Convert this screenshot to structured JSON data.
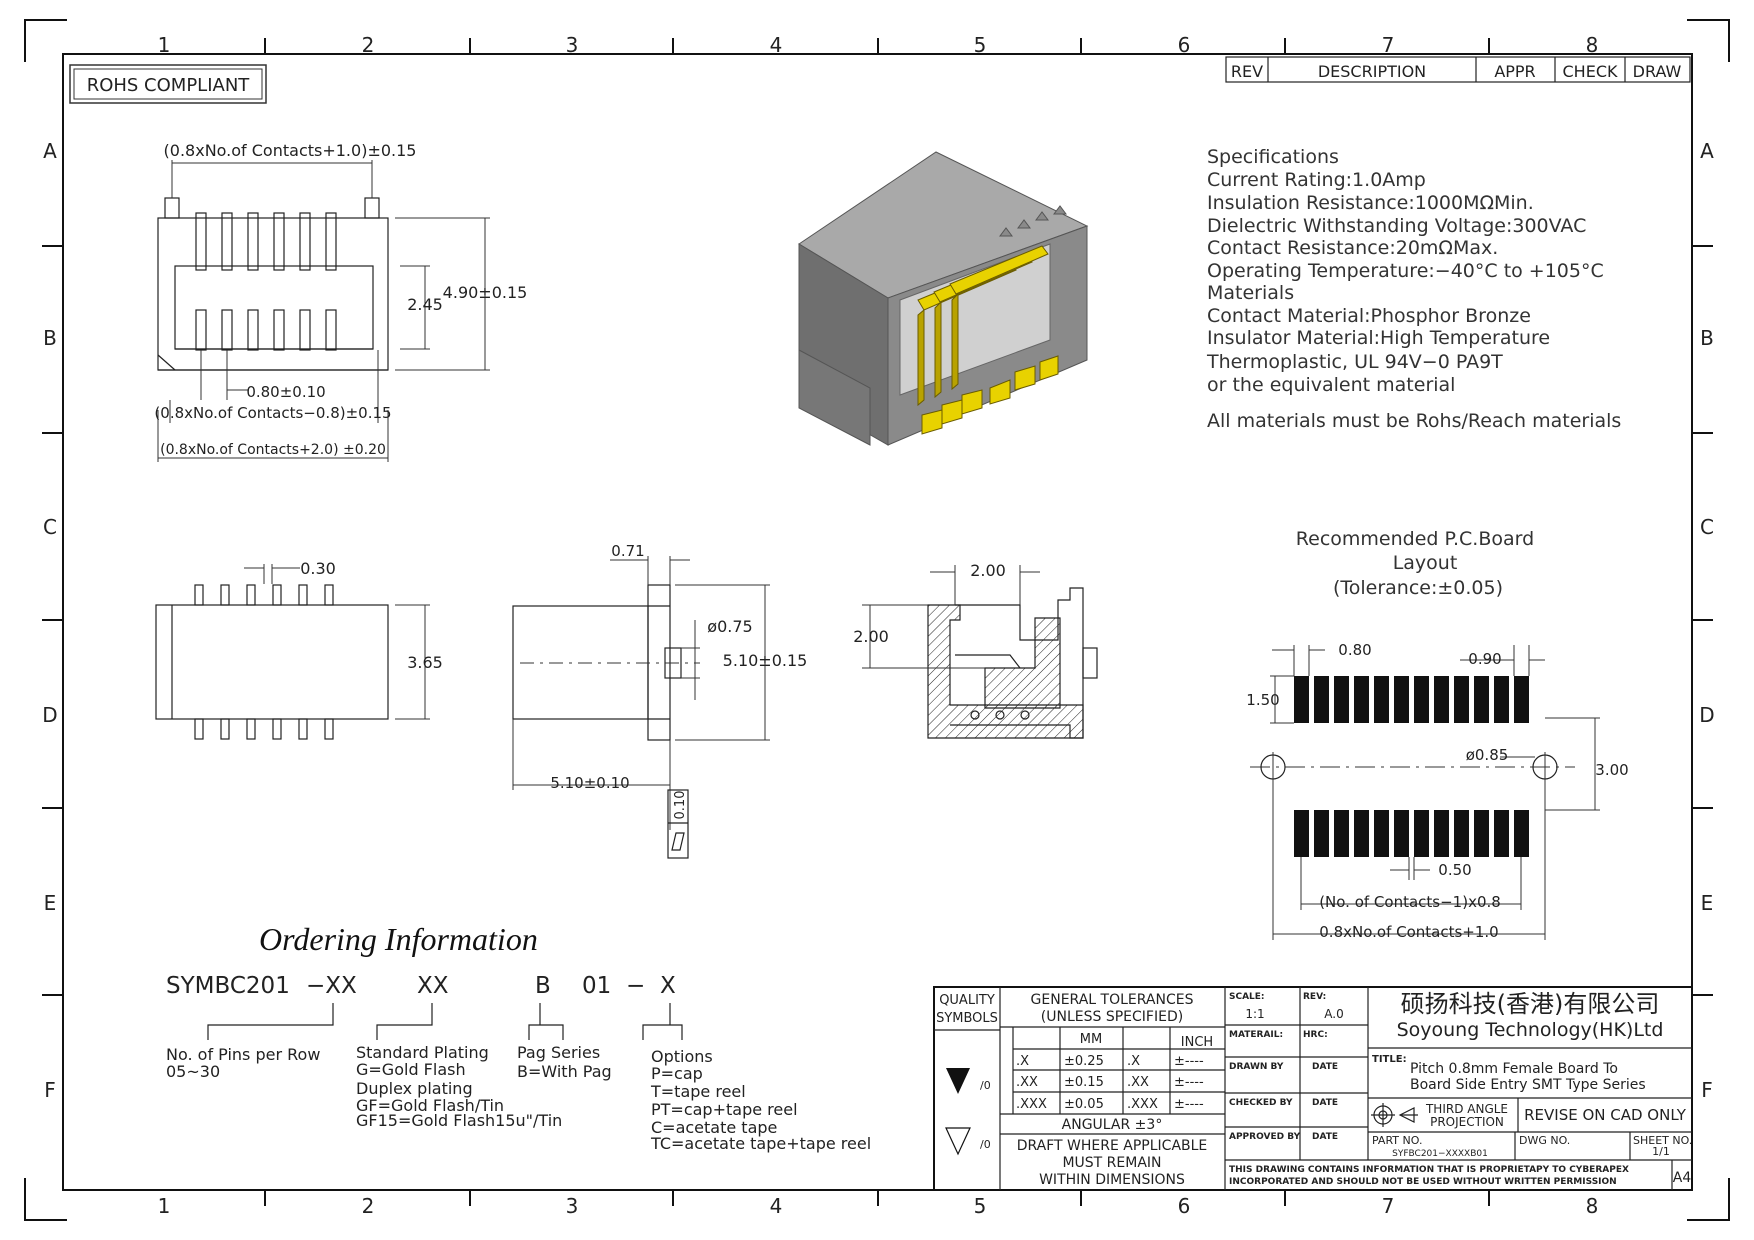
{
  "frame": {
    "columns": [
      "1",
      "2",
      "3",
      "4",
      "5",
      "6",
      "7",
      "8"
    ],
    "rows": [
      "A",
      "B",
      "C",
      "D",
      "E",
      "F"
    ]
  },
  "rohs": "ROHS COMPLIANT",
  "revision_header": {
    "rev": "REV",
    "description": "DESCRIPTION",
    "appr": "APPR",
    "check": "CHECK",
    "draw": "DRAW"
  },
  "specs": {
    "lines": [
      "Specifications",
      "Current  Rating:1.0Amp",
      "Insulation  Resistance:1000MΩMin.",
      "Dielectric  Withstanding  Voltage:300VAC",
      "Contact  Resistance:20mΩMax.",
      "Operating  Temperature:−40°C  to  +105°C",
      "Materials",
      "Contact  Material:Phosphor  Bronze",
      "Insulator  Material:High  Temperature",
      "Thermoplastic,  UL  94V−0  PA9T",
      "or  the  equivalent  material"
    ],
    "note": "All  materials  must  be  Rohs/Reach  materials"
  },
  "top_view": {
    "dim_top": "(0.8xNo.of  Contacts+1.0)±0.15",
    "dim_245": "2.45",
    "dim_490": "4.90±0.15",
    "dim_pitch": "0.80±0.10",
    "dim_minus": "(0.8xNo.of  Contacts−0.8)±0.15",
    "dim_plus": "(0.8xNo.of  Contacts+2.0)  ±0.20"
  },
  "front_view": {
    "dim_030": "0.30",
    "dim_365": "3.65"
  },
  "side_view": {
    "dim_071": "0.71",
    "dim_075": "ø0.75",
    "dim_510v": "5.10±0.15",
    "dim_510h": "5.10±0.10",
    "flat": "0.10"
  },
  "section_view": {
    "dim_200h": "2.00",
    "dim_200v": "2.00"
  },
  "pcb": {
    "title1": "Recommended  P.C.Board",
    "title2": "Layout",
    "title3": "(Tolerance:±0.05)",
    "dim_080": "0.80",
    "dim_090": "0.90",
    "dim_150": "1.50",
    "dim_085": "ø0.85",
    "dim_300": "3.00",
    "dim_050": "0.50",
    "dim_a": "(No. of Contacts−1)x0.8",
    "dim_b": "0.8xNo.of  Contacts+1.0"
  },
  "ordering": {
    "title": "Ordering Information",
    "code": [
      "SYMBC201",
      "−XX",
      "XX",
      "B",
      "01",
      "−",
      "X"
    ],
    "pins": [
      "No. of Pins per Row",
      "05~30"
    ],
    "plating": [
      "Standard Plating",
      "G=Gold Flash",
      "Duplex plating",
      "GF=Gold Flash/Tin",
      "GF15=Gold Flash15u\"/Tin"
    ],
    "pag": [
      "Pag Series",
      "B=With Pag"
    ],
    "options": [
      "Options",
      "P=cap",
      "T=tape reel",
      "PT=cap+tape reel",
      "C=acetate tape",
      "TC=acetate tape+tape reel"
    ]
  },
  "title_block": {
    "quality": [
      "QUALITY",
      "SYMBOLS"
    ],
    "sym1": "/0",
    "sym2": "/0",
    "gen_tol": [
      "GENERAL  TOLERANCES",
      "(UNLESS  SPECIFIED)"
    ],
    "mm": "MM",
    "inch": "INCH",
    "tol_rows": [
      {
        "a": ".X",
        "b": "±0.25",
        "c": ".X",
        "d": "±----"
      },
      {
        "a": ".XX",
        "b": "±0.15",
        "c": ".XX",
        "d": "±----"
      },
      {
        "a": ".XXX",
        "b": "±0.05",
        "c": ".XXX",
        "d": "±----"
      }
    ],
    "angular": "ANGULAR  ±3°",
    "draft": [
      "DRAFT  WHERE  APPLICABLE",
      "MUST  REMAIN",
      "WITHIN  DIMENSIONS"
    ],
    "scale_lbl": "SCALE:",
    "scale_val": "1:1",
    "rev_lbl": "REV:",
    "rev_val": "A.0",
    "material_lbl": "MATERAIL:",
    "hrc_lbl": "HRC:",
    "drawn_by": "DRAWN  BY",
    "checked_by": "CHECKED  BY",
    "approved_by": "APPROVED  BY",
    "date": "DATE",
    "company_cn": "硕扬科技(香港)有限公司",
    "company_en": "Soyoung  Technology(HK)Ltd",
    "title_lbl": "TITLE:",
    "title1": "Pitch  0.8mm  Female  Board  To",
    "title2": "Board  Side  Entry  SMT  Type  Series",
    "projection": [
      "THIRD  ANGLE",
      "PROJECTION"
    ],
    "revise": "REVISE  ON  CAD  ONLY",
    "part_lbl": "PART  NO.",
    "part_val": "SYFBC201−XXXXB01",
    "dwg_lbl": "DWG  NO.",
    "sheet_lbl": "SHEET  NO.",
    "sheet_val": "1/1",
    "notice1": "THIS  DRAWING  CONTAINS  INFORMATION  THAT  IS  PROPRIETAPY  TO  CYBERAPEX",
    "notice2": "INCORPORATED  AND  SHOULD  NOT  BE  USED  WITHOUT  WRITTEN  PERMISSION",
    "size": "A4"
  },
  "colors": {
    "plastic_top": "#a9a9a9",
    "plastic_side": "#8a8a8a",
    "plastic_front": "#6f6f6f",
    "contact": "#e8d200"
  }
}
